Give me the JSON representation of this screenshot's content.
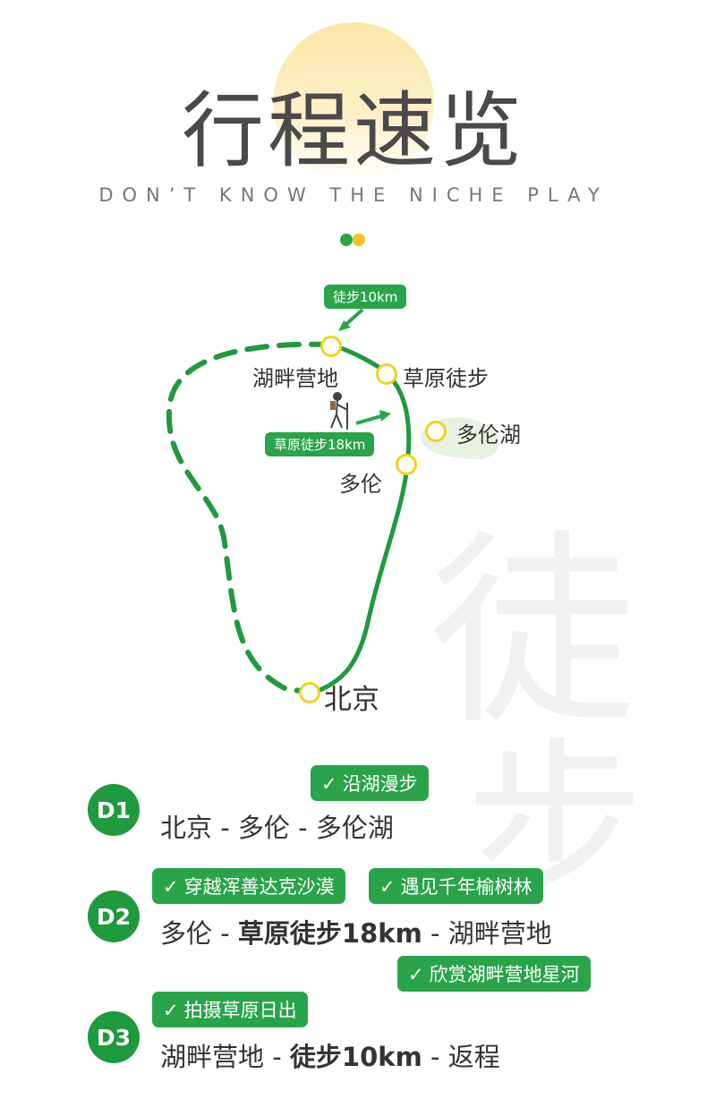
{
  "header": {
    "title": "行程速览",
    "subtitle": "DON’T KNOW THE NICHE PLAY"
  },
  "decor": {
    "bg_char_top": "徒",
    "bg_char_bottom": "步"
  },
  "map": {
    "tag_hike10": "徒步10km",
    "tag_grass18": "草原徒步18km",
    "places": {
      "lakeside_camp": "湖畔营地",
      "grassland_hike": "草原徒步",
      "duolun_lake": "多伦湖",
      "duolun": "多伦",
      "beijing": "北京"
    }
  },
  "days": [
    {
      "badge": "D1",
      "route": [
        "北京",
        " - ",
        "多伦",
        " - ",
        "多伦湖"
      ],
      "tags": [
        "沿湖漫步"
      ]
    },
    {
      "badge": "D2",
      "route": [
        "多伦",
        " - ",
        "草原徒步18km",
        " - ",
        "湖畔营地"
      ],
      "tags": [
        "穿越浑善达克沙漠",
        "遇见千年榆树林",
        "欣赏湖畔营地星河"
      ]
    },
    {
      "badge": "D3",
      "route": [
        "湖畔营地",
        " - ",
        "徒步10km",
        " - ",
        "返程"
      ],
      "tags": [
        "拍摄草原日出"
      ]
    }
  ],
  "check_glyph": "✓",
  "colors": {
    "accent_green": "#2aa44a",
    "ring_yellow": "#f2d21d",
    "sun_yellow": "#fbe6a2"
  }
}
